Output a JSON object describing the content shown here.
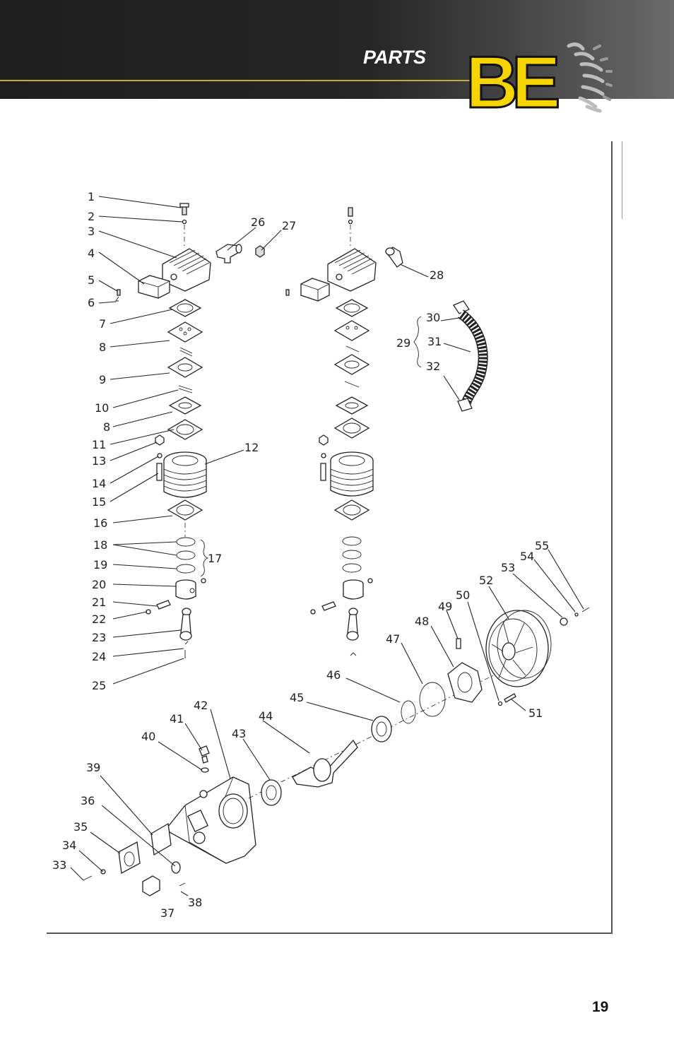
{
  "header": {
    "title": "PARTS",
    "logo_text": "BE",
    "accent_color": "#f5d400",
    "bar_color": "#1e1e1e"
  },
  "diagram": {
    "labels": [
      "1",
      "2",
      "3",
      "4",
      "5",
      "6",
      "7",
      "8",
      "9",
      "10",
      "8",
      "11",
      "13",
      "14",
      "15",
      "12",
      "16",
      "18",
      "19",
      "17",
      "20",
      "21",
      "22",
      "23",
      "24",
      "25",
      "26",
      "27",
      "28",
      "29",
      "30",
      "31",
      "32",
      "33",
      "34",
      "35",
      "36",
      "37",
      "38",
      "39",
      "40",
      "41",
      "42",
      "43",
      "44",
      "45",
      "46",
      "47",
      "48",
      "49",
      "50",
      "51",
      "52",
      "53",
      "54",
      "55"
    ]
  },
  "footer": {
    "page_number": "19"
  }
}
